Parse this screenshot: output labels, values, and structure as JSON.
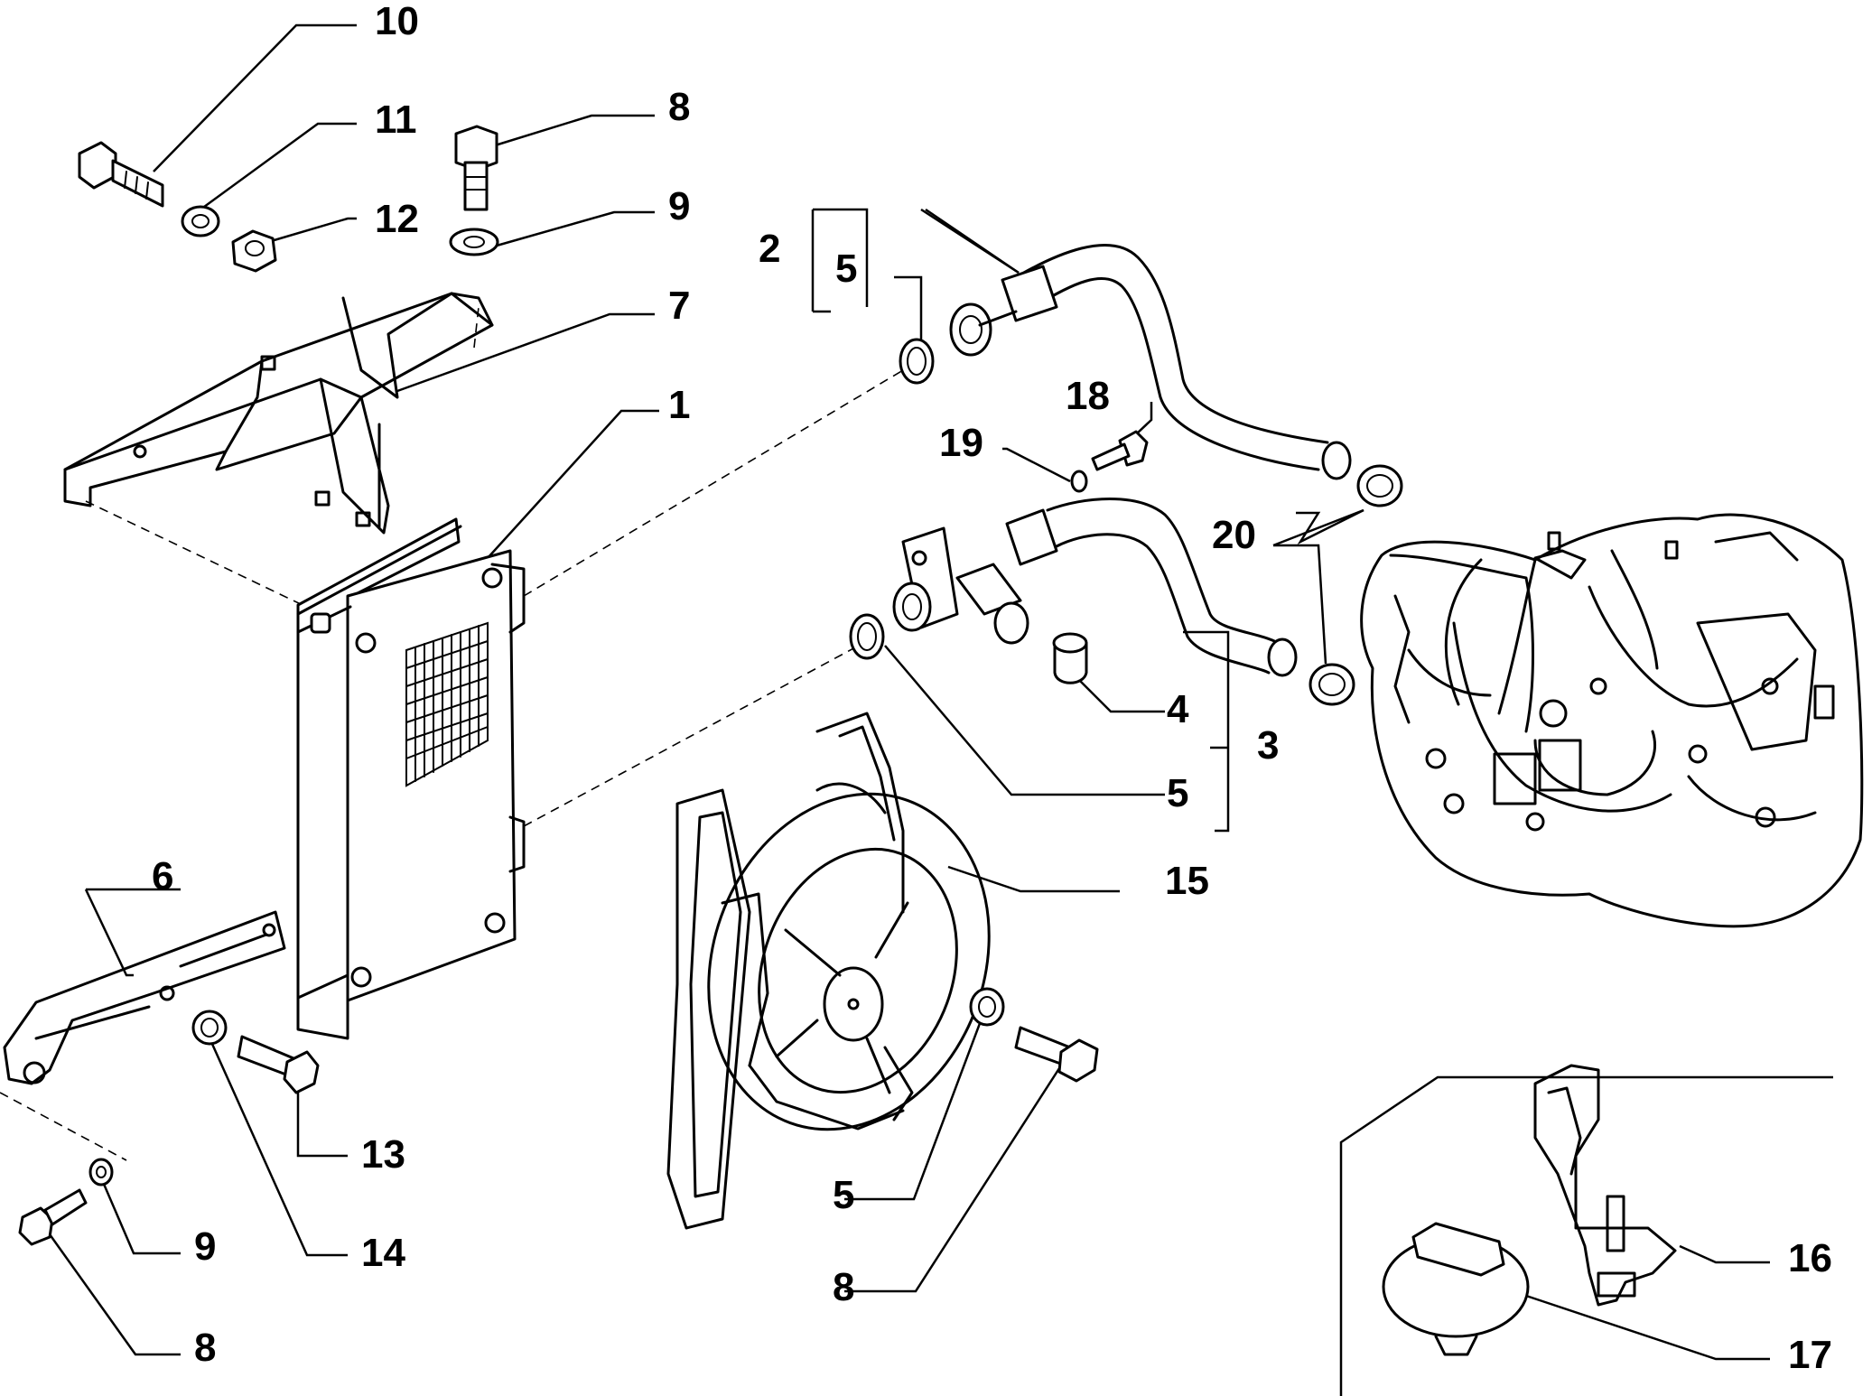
{
  "callouts": {
    "c10": "10",
    "c11": "11",
    "c12": "12",
    "c8a": "8",
    "c9a": "9",
    "c2": "2",
    "c5a": "5",
    "c7": "7",
    "c1": "1",
    "c18": "18",
    "c19": "19",
    "c20": "20",
    "c4": "4",
    "c5b": "5",
    "c3": "3",
    "c15": "15",
    "c6": "6",
    "c13": "13",
    "c9b": "9",
    "c14": "14",
    "c8b": "8",
    "c5c": "5",
    "c8c": "8",
    "c16": "16",
    "c17": "17"
  }
}
